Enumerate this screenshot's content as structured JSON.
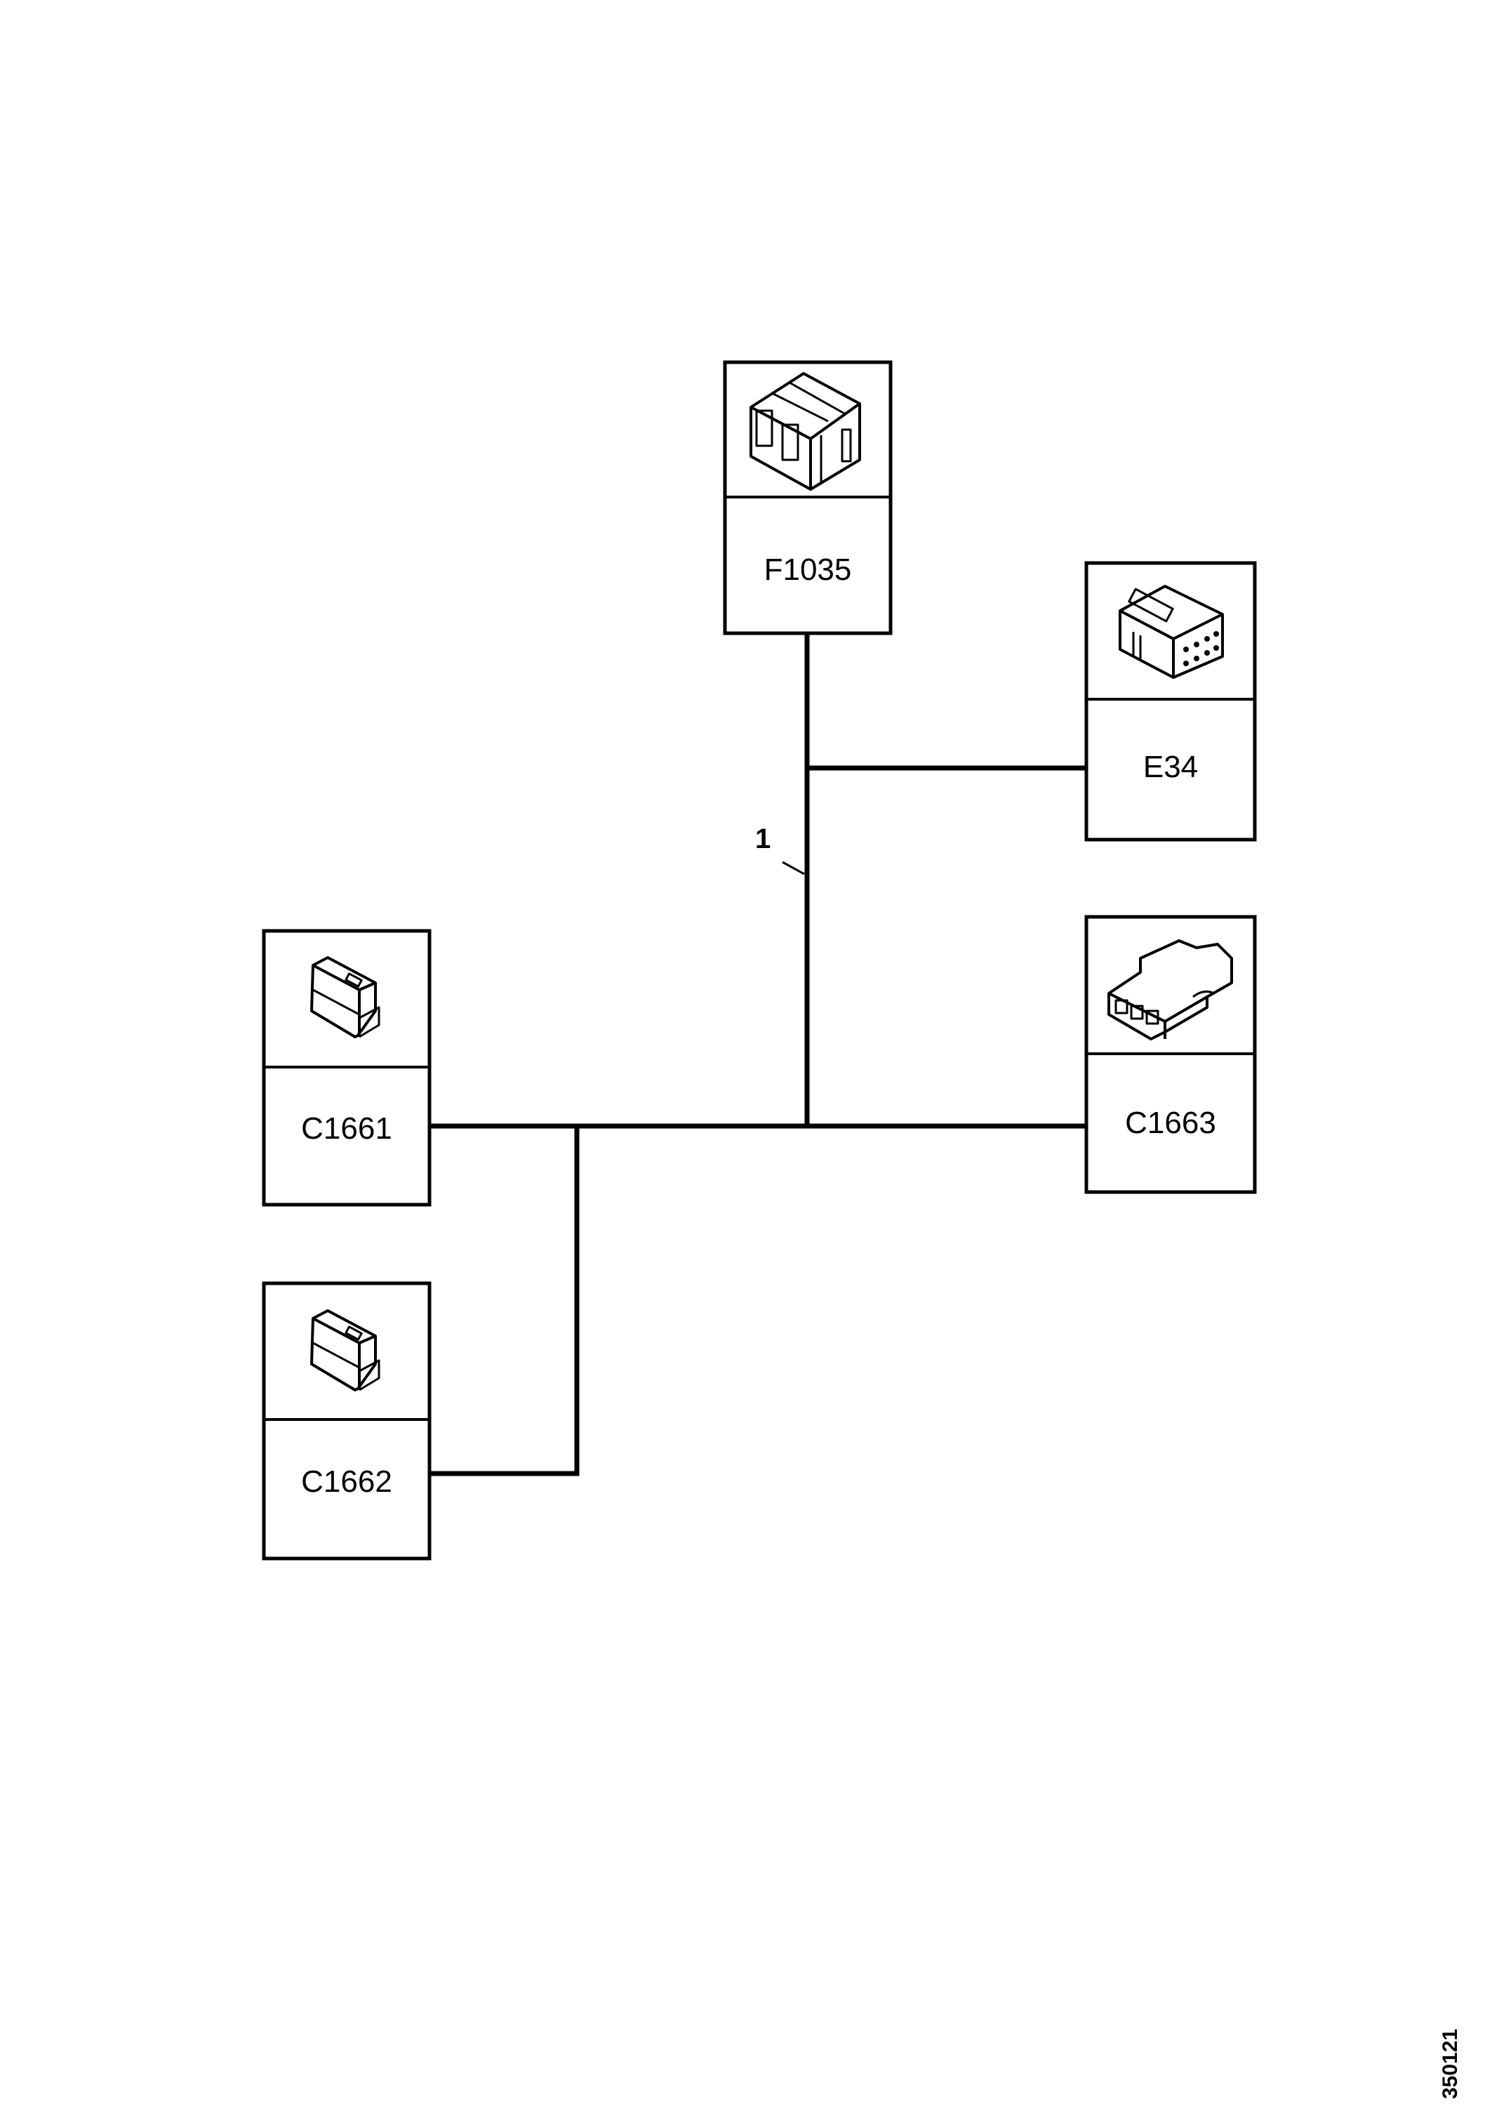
{
  "diagram": {
    "type": "wiring-harness-connector-diagram",
    "wire_label": "1",
    "document_id": "350121",
    "line_color": "#000000",
    "background_color": "#ffffff",
    "connectors": [
      {
        "id": "F1035",
        "icon": "fuse-box-connector-icon"
      },
      {
        "id": "E34",
        "icon": "multi-pin-connector-icon"
      },
      {
        "id": "C1663",
        "icon": "flat-connector-icon"
      },
      {
        "id": "C1661",
        "icon": "two-pin-connector-icon"
      },
      {
        "id": "C1662",
        "icon": "two-pin-connector-icon"
      }
    ]
  }
}
